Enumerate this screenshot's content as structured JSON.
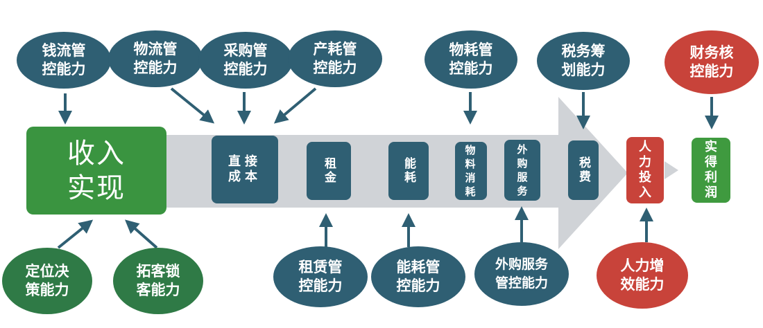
{
  "main": {
    "label": "收入\n实现",
    "color": "#3a9440"
  },
  "top_capabilities": [
    {
      "label": "钱流管\n控能力"
    },
    {
      "label": "物流管\n控能力"
    },
    {
      "label": "采购管\n控能力"
    },
    {
      "label": "产耗管\n控能力"
    },
    {
      "label": "物耗管\n控能力"
    },
    {
      "label": "税务筹\n划能力"
    },
    {
      "label": "财务核\n控能力"
    }
  ],
  "bottom_capabilities": [
    {
      "label": "定位决\n策能力"
    },
    {
      "label": "拓客锁\n客能力"
    },
    {
      "label": "租赁管\n控能力"
    },
    {
      "label": "能耗管\n控能力"
    },
    {
      "label": "外购服务\n管控能力"
    },
    {
      "label": "人力增\n效能力"
    }
  ],
  "cost_items": [
    {
      "label": "直接\n成本"
    },
    {
      "label": "租金"
    },
    {
      "label": "能耗"
    },
    {
      "label": "物料消耗"
    },
    {
      "label": "外购服务"
    },
    {
      "label": "税费"
    },
    {
      "label": "人力投入"
    }
  ],
  "result": {
    "label": "实得利润"
  },
  "colors": {
    "teal": "#2f5f73",
    "green": "#3f9a3f",
    "red": "#c8433a",
    "band": "#d0d3d7",
    "arrow": "#2f5f73"
  }
}
